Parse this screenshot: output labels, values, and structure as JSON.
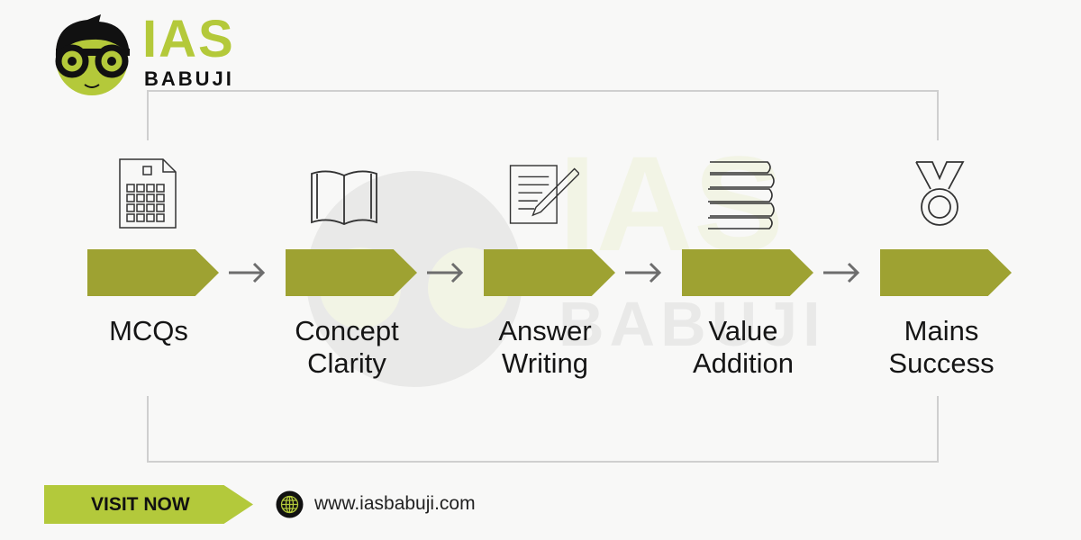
{
  "logo": {
    "line1": "IAS",
    "line2": "BABUJI"
  },
  "watermark": {
    "line1": "IAS",
    "line2": "BABUJI"
  },
  "steps": [
    {
      "label_line1": "MCQs",
      "label_line2": "",
      "icon": "mcq-sheet-icon"
    },
    {
      "label_line1": "Concept",
      "label_line2": "Clarity",
      "icon": "open-book-icon"
    },
    {
      "label_line1": "Answer",
      "label_line2": "Writing",
      "icon": "paper-pencil-icon"
    },
    {
      "label_line1": "Value",
      "label_line2": "Addition",
      "icon": "book-stack-icon"
    },
    {
      "label_line1": "Mains",
      "label_line2": "Success",
      "icon": "medal-icon"
    }
  ],
  "cta": {
    "label": "VISIT NOW"
  },
  "website": {
    "url": "www.iasbabuji.com",
    "icon": "globe-icon"
  },
  "colors": {
    "accent": "#b3c93b",
    "step": "#9ea232"
  }
}
